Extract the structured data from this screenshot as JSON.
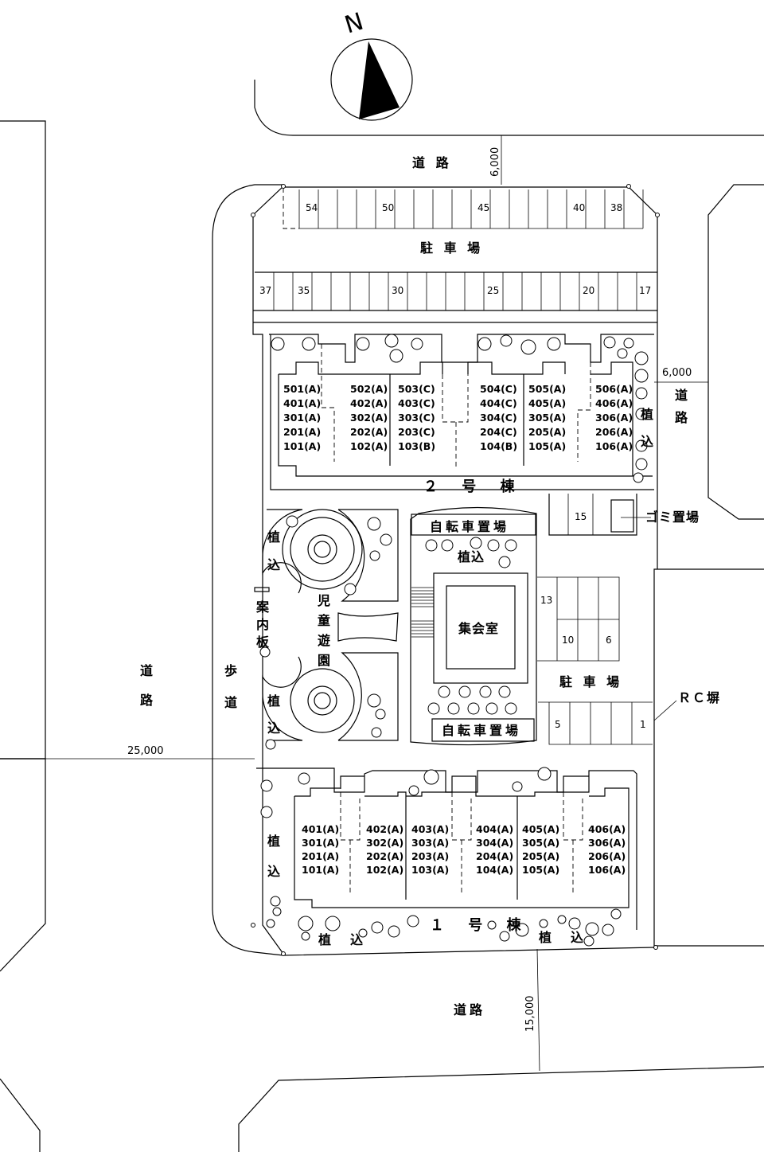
{
  "north_label": "N",
  "roads": {
    "top": "道 路",
    "bottom": "道路",
    "left_1": "道",
    "left_2": "路",
    "right_1": "道",
    "right_2": "路"
  },
  "dimensions": {
    "top": "6,000",
    "right": "6,000",
    "left": "25,000",
    "bottom": "15,000"
  },
  "sidewalk": {
    "c1": "歩",
    "c2": "道"
  },
  "parking_top": {
    "label": "駐 車 場",
    "upper_numbers": [
      "54",
      "50",
      "45",
      "40",
      "38"
    ],
    "lower_numbers": [
      "37",
      "35",
      "30",
      "25",
      "20",
      "17"
    ]
  },
  "parking_right": {
    "label": "駐 車 場",
    "numbers": [
      "15",
      "13",
      "10",
      "6",
      "5",
      "1"
    ]
  },
  "building2": {
    "label": "２ 号 棟",
    "columns": [
      [
        "501(A)",
        "401(A)",
        "301(A)",
        "201(A)",
        "101(A)"
      ],
      [
        "502(A)",
        "402(A)",
        "302(A)",
        "202(A)",
        "102(A)"
      ],
      [
        "503(C)",
        "403(C)",
        "303(C)",
        "203(C)",
        "103(B)"
      ],
      [
        "504(C)",
        "404(C)",
        "304(C)",
        "204(C)",
        "104(B)"
      ],
      [
        "505(A)",
        "405(A)",
        "305(A)",
        "205(A)",
        "105(A)"
      ],
      [
        "506(A)",
        "406(A)",
        "306(A)",
        "206(A)",
        "106(A)"
      ]
    ]
  },
  "building1": {
    "label": "１ 号 棟",
    "columns": [
      [
        "401(A)",
        "301(A)",
        "201(A)",
        "101(A)"
      ],
      [
        "402(A)",
        "302(A)",
        "202(A)",
        "102(A)"
      ],
      [
        "403(A)",
        "303(A)",
        "203(A)",
        "103(A)"
      ],
      [
        "404(A)",
        "304(A)",
        "204(A)",
        "104(A)"
      ],
      [
        "405(A)",
        "305(A)",
        "205(A)",
        "105(A)"
      ],
      [
        "406(A)",
        "306(A)",
        "206(A)",
        "106(A)"
      ]
    ]
  },
  "labels": {
    "bicycle_top": "自転車置場",
    "bicycle_bottom": "自転車置場",
    "garbage": "ゴミ置場",
    "community_hall": "集会室",
    "playground": "児童遊園",
    "notice_board": "案内板",
    "rc_wall": "ＲＣ塀",
    "planting": "植込",
    "planting_spaced": "植　込"
  }
}
